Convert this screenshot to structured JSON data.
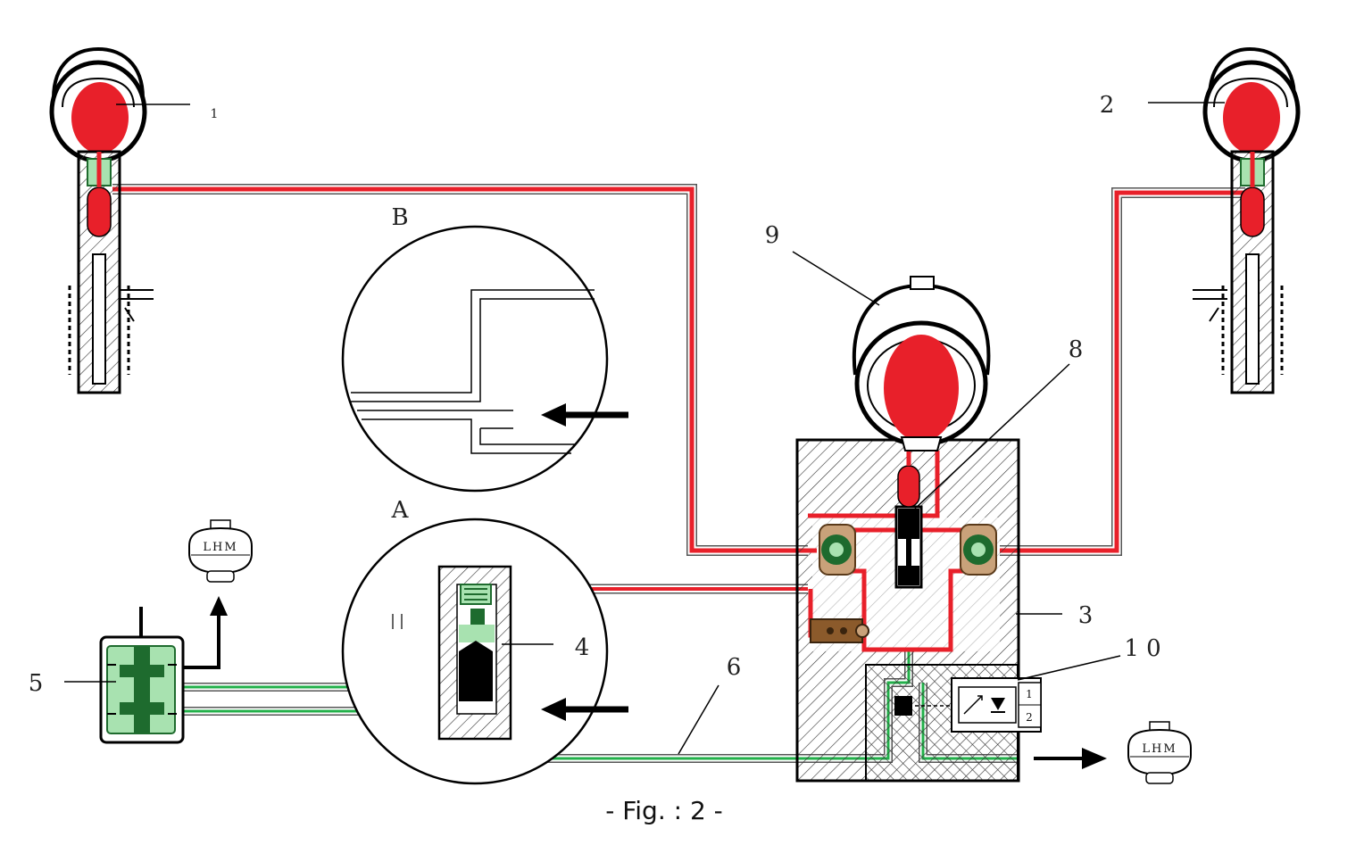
{
  "labels": {
    "one": "1",
    "two": "2",
    "three": "3",
    "four": "4",
    "five": "5",
    "six": "6",
    "eight": "8",
    "nine": "9",
    "ten": "1 0",
    "detail_a": "A",
    "detail_b": "B"
  },
  "reservoir_label": "LHM",
  "solenoid_terms": {
    "t1": "1",
    "t2": "2"
  },
  "caption": "- Fig. : 2 -",
  "colors": {
    "pressure": "#e8202a",
    "return": "#22b04a",
    "return_fill": "#a8e2b0",
    "black": "#000000",
    "brass": "#8b5a2b"
  }
}
